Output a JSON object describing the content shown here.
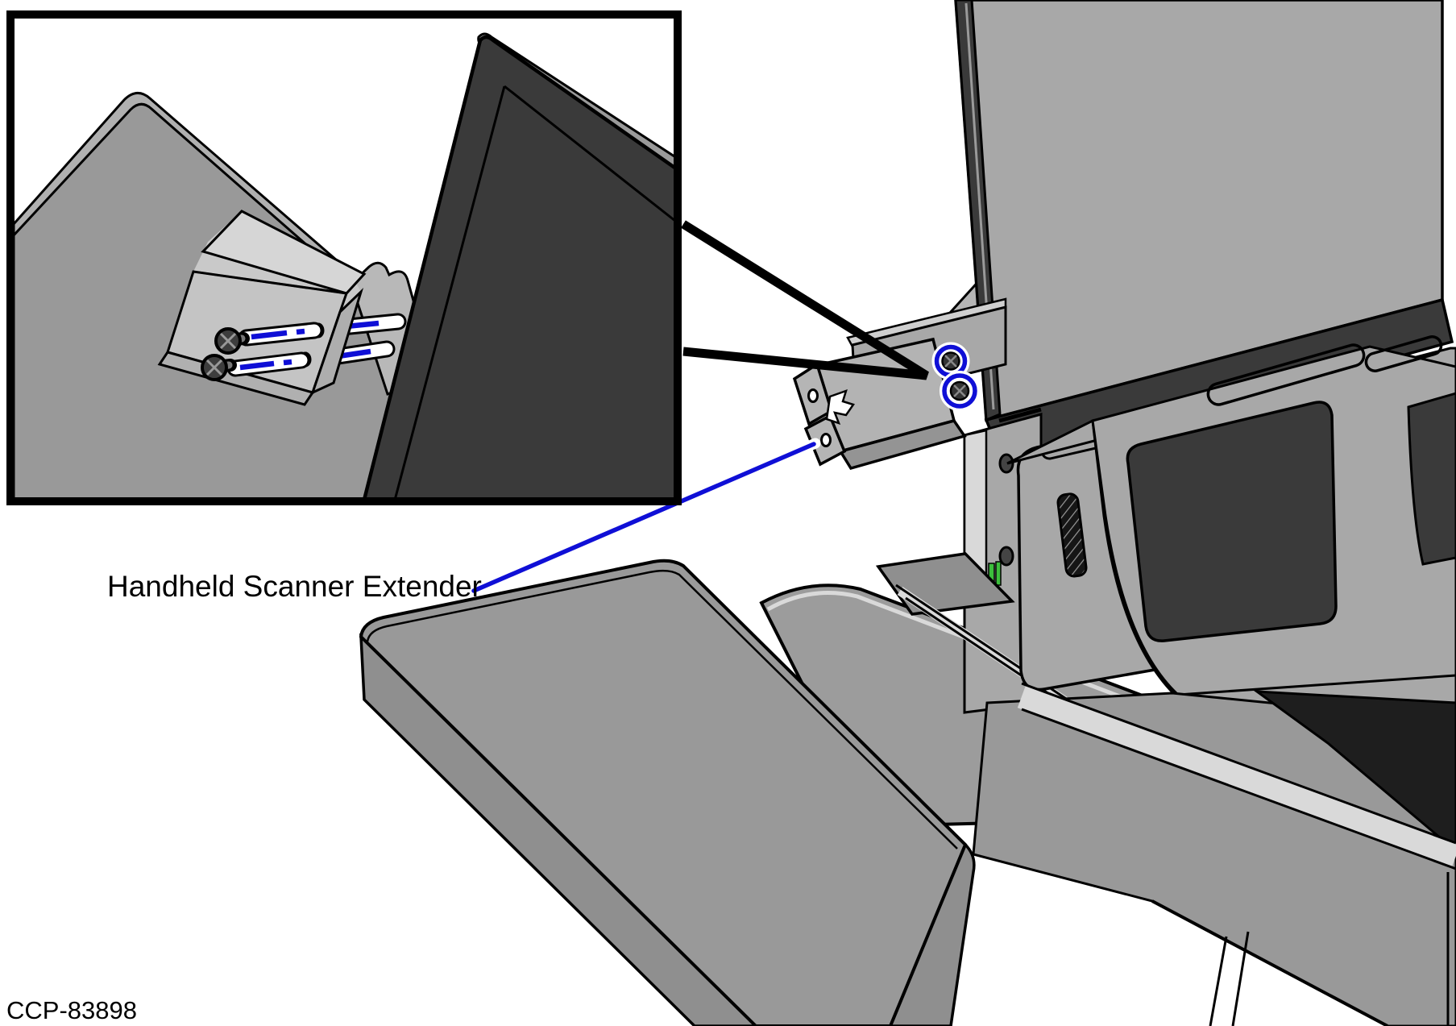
{
  "diagram": {
    "callout_label": "Handheld Scanner Extender",
    "figure_id": "CCP-83898",
    "colors": {
      "highlight_blue": "#0f0fd6",
      "indicator_green": "#3CBE3C",
      "panel_gray": "#999999",
      "bracket_gray": "#c9c9c9",
      "bracket_light_gray": "#d6d6d6",
      "dark_gray": "#3a3a3a",
      "light_gray": "#d9d9d9",
      "outline_black": "#000000",
      "background_white": "#ffffff"
    },
    "icons": [
      {
        "name": "phillips-screw-icon",
        "meaning": "mounting screw (Phillips head)"
      },
      {
        "name": "screw-highlight-ring-icon",
        "meaning": "blue circle highlighting screw location"
      },
      {
        "name": "screw-path-icon",
        "meaning": "white tube with blue dashes showing screw insertion path"
      },
      {
        "name": "detail-callout-wedge-icon",
        "meaning": "lines linking inset detail view to its location"
      },
      {
        "name": "leader-line-icon",
        "meaning": "blue leader line from label to part"
      }
    ]
  }
}
